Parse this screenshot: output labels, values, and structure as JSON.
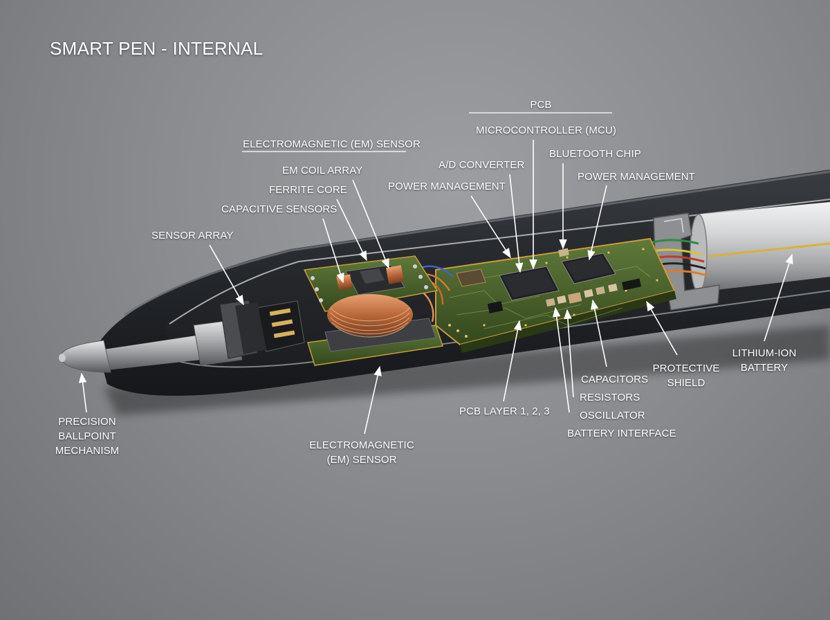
{
  "title": "SMART PEN - INTERNAL",
  "groups": {
    "em_sensor": "ELECTROMAGNETIC (EM) SENSOR",
    "pcb": "PCB"
  },
  "labels": {
    "em_coil_array": "EM COIL ARRAY",
    "ferrite_core": "FERRITE CORE",
    "capacitive_sensors": "CAPACITIVE SENSORS",
    "sensor_array": "SENSOR ARRAY",
    "microcontroller": "MICROCONTROLLER (MCU)",
    "ad_converter": "A/D CONVERTER",
    "bluetooth_chip": "BLUETOOTH CHIP",
    "power_management_left": "POWER MANAGEMENT",
    "power_management_right": "POWER MANAGEMENT",
    "precision_ballpoint": [
      "PRECISION",
      "BALLPOINT",
      "MECHANISM"
    ],
    "em_sensor_bottom": [
      "ELECTROMAGNETIC",
      "(EM) SENSOR"
    ],
    "pcb_layers": "PCB LAYER 1, 2, 3",
    "capacitors": "CAPACITORS",
    "resistors": "RESISTORS",
    "oscillator": "OSCILLATOR",
    "battery_interface": "BATTERY INTERFACE",
    "protective_shield": [
      "PROTECTIVE",
      "SHIELD"
    ],
    "lithium_ion_battery": [
      "LITHIUM-ION",
      "BATTERY"
    ]
  }
}
